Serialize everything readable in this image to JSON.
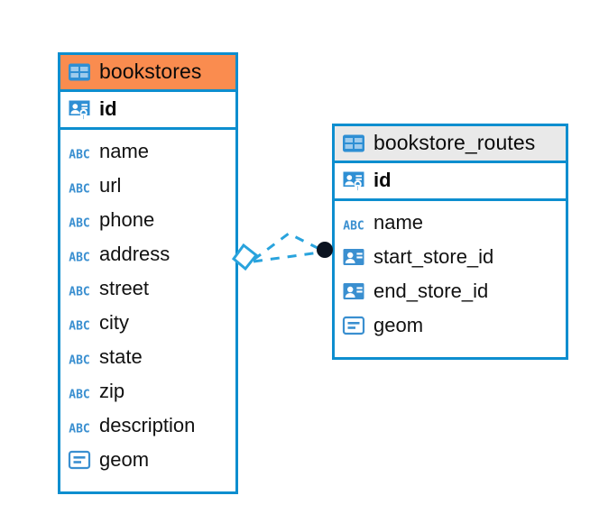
{
  "diagram": {
    "type": "entity-relationship-diagram",
    "background": "#ffffff",
    "accent_blue": "#0d8ecf",
    "header_orange": "#fa8c4f",
    "header_grey": "#e9e9e9",
    "connector_color": "#29a3dd",
    "endpoint_dot_color": "#0b1320"
  },
  "tables": [
    {
      "name": "bookstores",
      "title": "bookstores",
      "header_style": "orange",
      "table_icon": "table-icon",
      "primary_key": {
        "label": "id",
        "icon": "primary-key-icon"
      },
      "fields": [
        {
          "label": "name",
          "icon": "text-abc-icon"
        },
        {
          "label": "url",
          "icon": "text-abc-icon"
        },
        {
          "label": "phone",
          "icon": "text-abc-icon"
        },
        {
          "label": "address",
          "icon": "text-abc-icon"
        },
        {
          "label": "street",
          "icon": "text-abc-icon"
        },
        {
          "label": "city",
          "icon": "text-abc-icon"
        },
        {
          "label": "state",
          "icon": "text-abc-icon"
        },
        {
          "label": "zip",
          "icon": "text-abc-icon"
        },
        {
          "label": "description",
          "icon": "text-abc-icon"
        },
        {
          "label": "geom",
          "icon": "geometry-icon"
        }
      ]
    },
    {
      "name": "bookstore_routes",
      "title": "bookstore_routes",
      "header_style": "grey",
      "table_icon": "table-icon",
      "primary_key": {
        "label": "id",
        "icon": "primary-key-icon"
      },
      "fields": [
        {
          "label": "name",
          "icon": "text-abc-icon"
        },
        {
          "label": "start_store_id",
          "icon": "foreign-key-icon"
        },
        {
          "label": "end_store_id",
          "icon": "foreign-key-icon"
        },
        {
          "label": "geom",
          "icon": "geometry-icon"
        }
      ]
    }
  ],
  "relationships": [
    {
      "from_table": "bookstore_routes",
      "from_field": "start_store_id",
      "to_table": "bookstores",
      "to_field": "id",
      "line_style": "dashed",
      "source_marker": "filled-circle",
      "target_marker": "diamond"
    },
    {
      "from_table": "bookstore_routes",
      "from_field": "end_store_id",
      "to_table": "bookstores",
      "to_field": "id",
      "line_style": "dashed",
      "source_marker": "filled-circle",
      "target_marker": "diamond"
    }
  ]
}
